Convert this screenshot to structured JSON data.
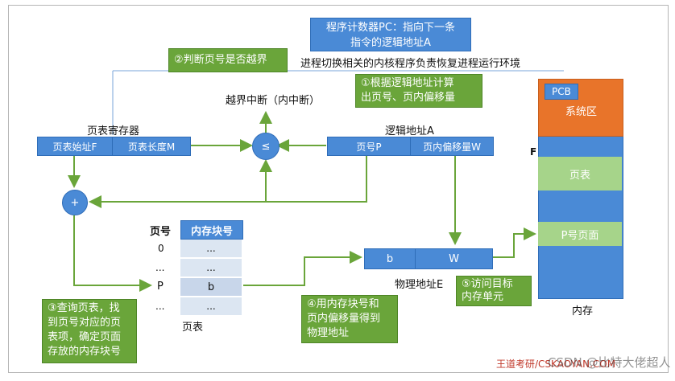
{
  "pc_box": {
    "line1": "程序计数器PC：指向下一条",
    "line2": "指令的逻辑地址A"
  },
  "pc_caption": "进程切换相关的内核程序负责恢复进程运行环境",
  "callouts": {
    "c1": {
      "line1": "①根据逻辑地址计算",
      "line2": "出页号、页内偏移量"
    },
    "c2": "②判断页号是否越界",
    "c3": {
      "lines": [
        "③查询页表，找",
        "到页号对应的页",
        "表项，确定页面",
        "存放的内存块号"
      ]
    },
    "c4": {
      "lines": [
        "④用内存块号和",
        "页内偏移量得到",
        "物理地址"
      ]
    },
    "c5": {
      "line1": "⑤访问目标",
      "line2": "内存单元"
    }
  },
  "interrupt_label": "越界中断（内中断）",
  "ptr": {
    "title": "页表寄存器",
    "start": "页表始址F",
    "length": "页表长度M"
  },
  "compare_symbol": "≤",
  "adder_symbol": "+",
  "logical": {
    "title": "逻辑地址A",
    "page": "页号P",
    "offset": "页内偏移量W"
  },
  "page_table": {
    "header_page": "页号",
    "header_block": "内存块号",
    "rows": [
      {
        "page": "0",
        "block": "..."
      },
      {
        "page": "...",
        "block": "..."
      },
      {
        "page": "P",
        "block": "b"
      },
      {
        "page": "...",
        "block": "..."
      }
    ],
    "caption": "页表"
  },
  "physical": {
    "block": "b",
    "offset": "W",
    "caption": "物理地址E"
  },
  "memory": {
    "pcb": "PCB",
    "system_area": "系统区",
    "f_label": "F",
    "page_table": "页表",
    "p_page": "P号页面",
    "caption": "内存"
  },
  "watermark": {
    "main": "王道考研/CSKAOYAN.COM",
    "overlay": "CSDN @比特大佬超人"
  },
  "colors": {
    "blue": "#4a8ad6",
    "green": "#6aa53a",
    "orange": "#e8742a",
    "light_green": "#a6d48a",
    "table_light": "#dce6f2",
    "table_alt": "#c8d6ea"
  }
}
